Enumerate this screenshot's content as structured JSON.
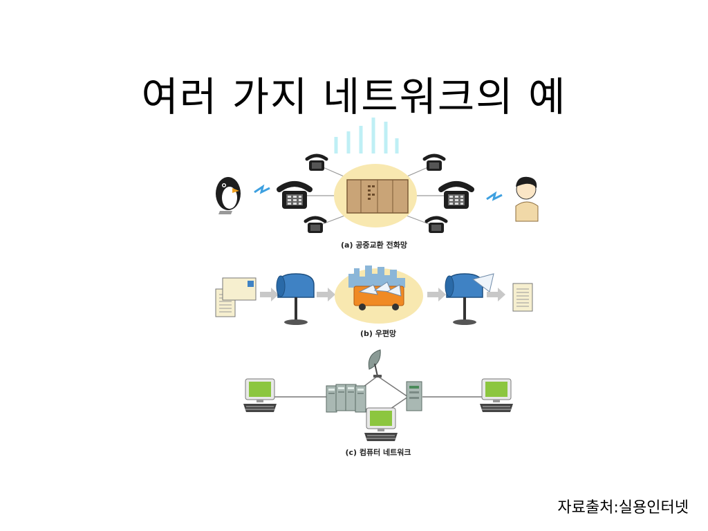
{
  "slide": {
    "title": "여러 가지 네트워크의 예",
    "source": "자료출처:실용인터넷"
  },
  "figure": {
    "panels": [
      {
        "id": "a",
        "caption": "(a) 공중교환 전화망"
      },
      {
        "id": "b",
        "caption": "(b) 우편망"
      },
      {
        "id": "c",
        "caption": "(c) 컴퓨터 네트워크"
      }
    ]
  },
  "colors": {
    "hub_ellipse": "#f8e8b0",
    "switch_cabinet": "#c9a477",
    "mailbox_blue": "#3f82c4",
    "monitor_green": "#8cc63f",
    "server_gray": "#a9b8b3",
    "arrow_gray": "#c8c8c8",
    "bolt_blue": "#3ea0e0"
  }
}
